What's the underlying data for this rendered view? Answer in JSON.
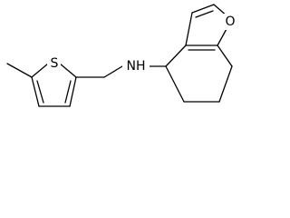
{
  "molecule": {
    "atoms": {
      "sulfur": "S",
      "amine": "NH",
      "oxygen": "O"
    },
    "colors": {
      "bond": "#000000",
      "background": "#ffffff"
    }
  }
}
